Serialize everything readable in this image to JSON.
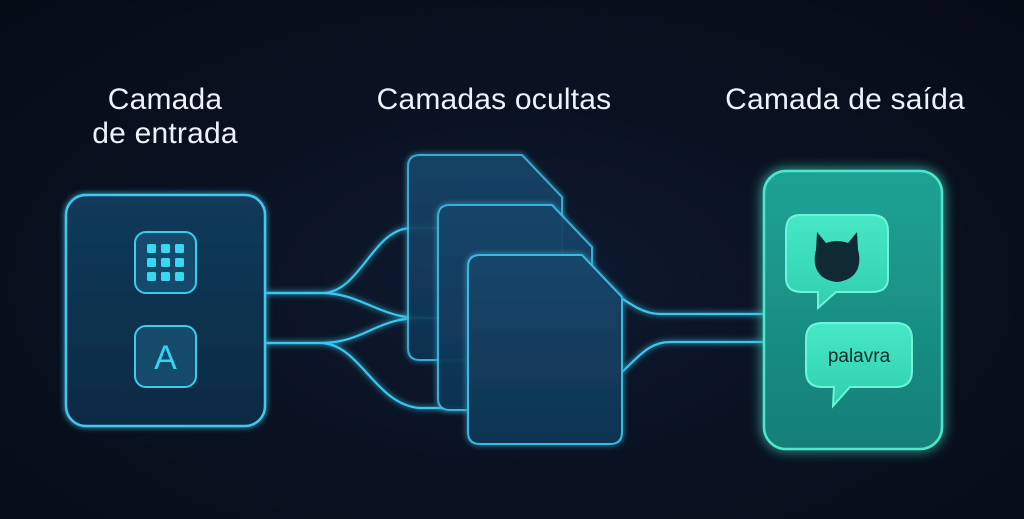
{
  "labels": {
    "input_layer_line1": "Camada",
    "input_layer_line2": "de entrada",
    "hidden_layers": "Camadas ocultas",
    "output_layer": "Camada de saída"
  },
  "input_layer": {
    "icons": [
      "grid-icon",
      "letter-a-icon"
    ],
    "letter": "A"
  },
  "hidden_layer": {
    "card_count": 3
  },
  "output_layer": {
    "bubbles": [
      {
        "icon": "cat-icon"
      },
      {
        "text": "palavra"
      }
    ]
  },
  "colors": {
    "background": "#070d1a",
    "accent_cyan": "#2fd3f0",
    "accent_teal": "#2fe0c0",
    "output_fill": "#1b8f86",
    "text": "#eef3fa"
  }
}
